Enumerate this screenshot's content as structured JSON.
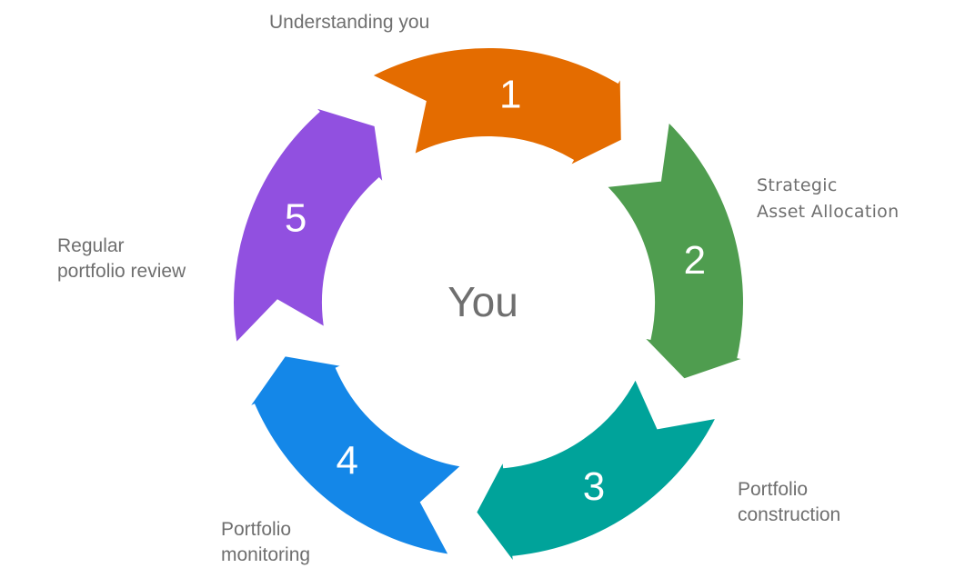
{
  "center": {
    "label": "You"
  },
  "steps": [
    {
      "number": "1",
      "lines": [
        "Understanding you"
      ],
      "color": "#E46C00"
    },
    {
      "number": "2",
      "lines": [
        "Strategic",
        "Asset Allocation"
      ],
      "color": "#4F9D4F"
    },
    {
      "number": "3",
      "lines": [
        "Portfolio",
        "construction"
      ],
      "color": "#00A39A"
    },
    {
      "number": "4",
      "lines": [
        "Portfolio",
        "monitoring"
      ],
      "color": "#1487E8"
    },
    {
      "number": "5",
      "lines": [
        "Regular",
        "portfolio review"
      ],
      "color": "#9150E0"
    }
  ]
}
